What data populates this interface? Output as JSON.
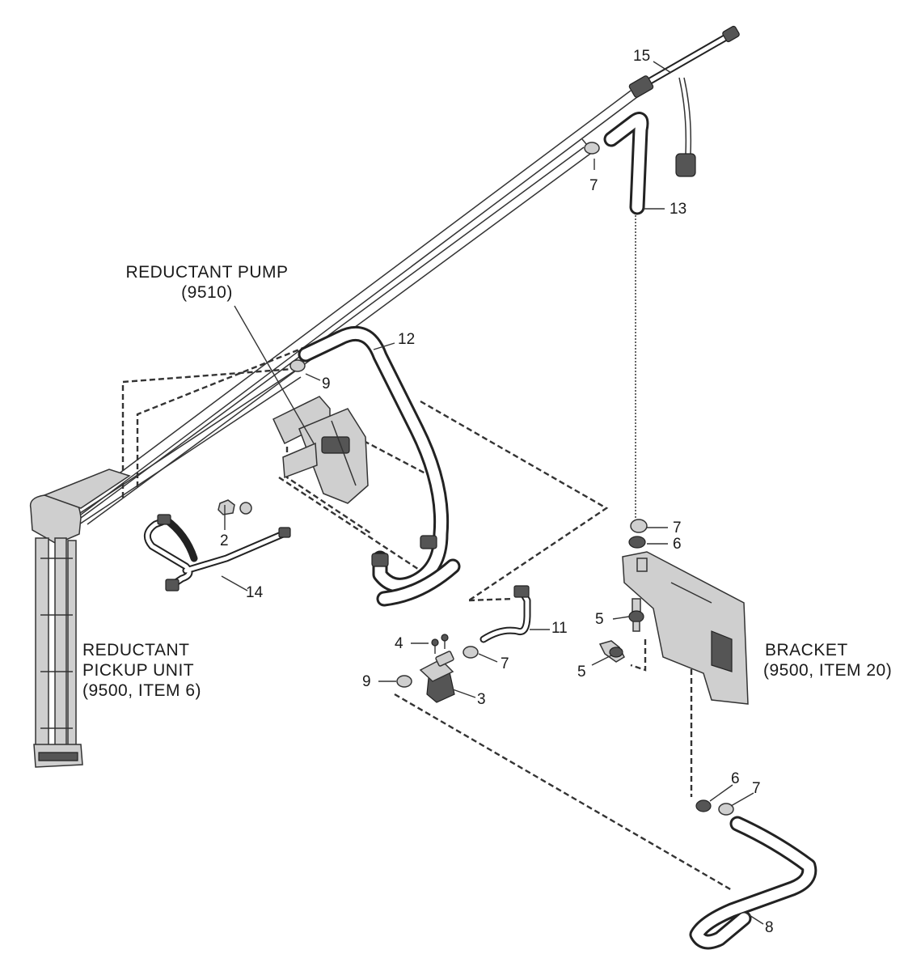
{
  "components": {
    "pump": [
      "REDUCTANT PUMP",
      "(9510)"
    ],
    "pickup_unit": [
      "REDUCTANT",
      "PICKUP UNIT",
      "(9500, ITEM 6)"
    ],
    "bracket": [
      "BRACKET",
      "(9500, ITEM 20)"
    ]
  },
  "callouts": {
    "c15": "15",
    "c7a": "7",
    "c13": "13",
    "c12": "12",
    "c9a": "9",
    "c2": "2",
    "c14": "14",
    "c7b": "7",
    "c6a": "6",
    "c5a": "5",
    "c5b": "5",
    "c11": "11",
    "c4": "4",
    "c7c": "7",
    "c9b": "9",
    "c3": "3",
    "c6b": "6",
    "c7d": "7",
    "c8": "8"
  }
}
